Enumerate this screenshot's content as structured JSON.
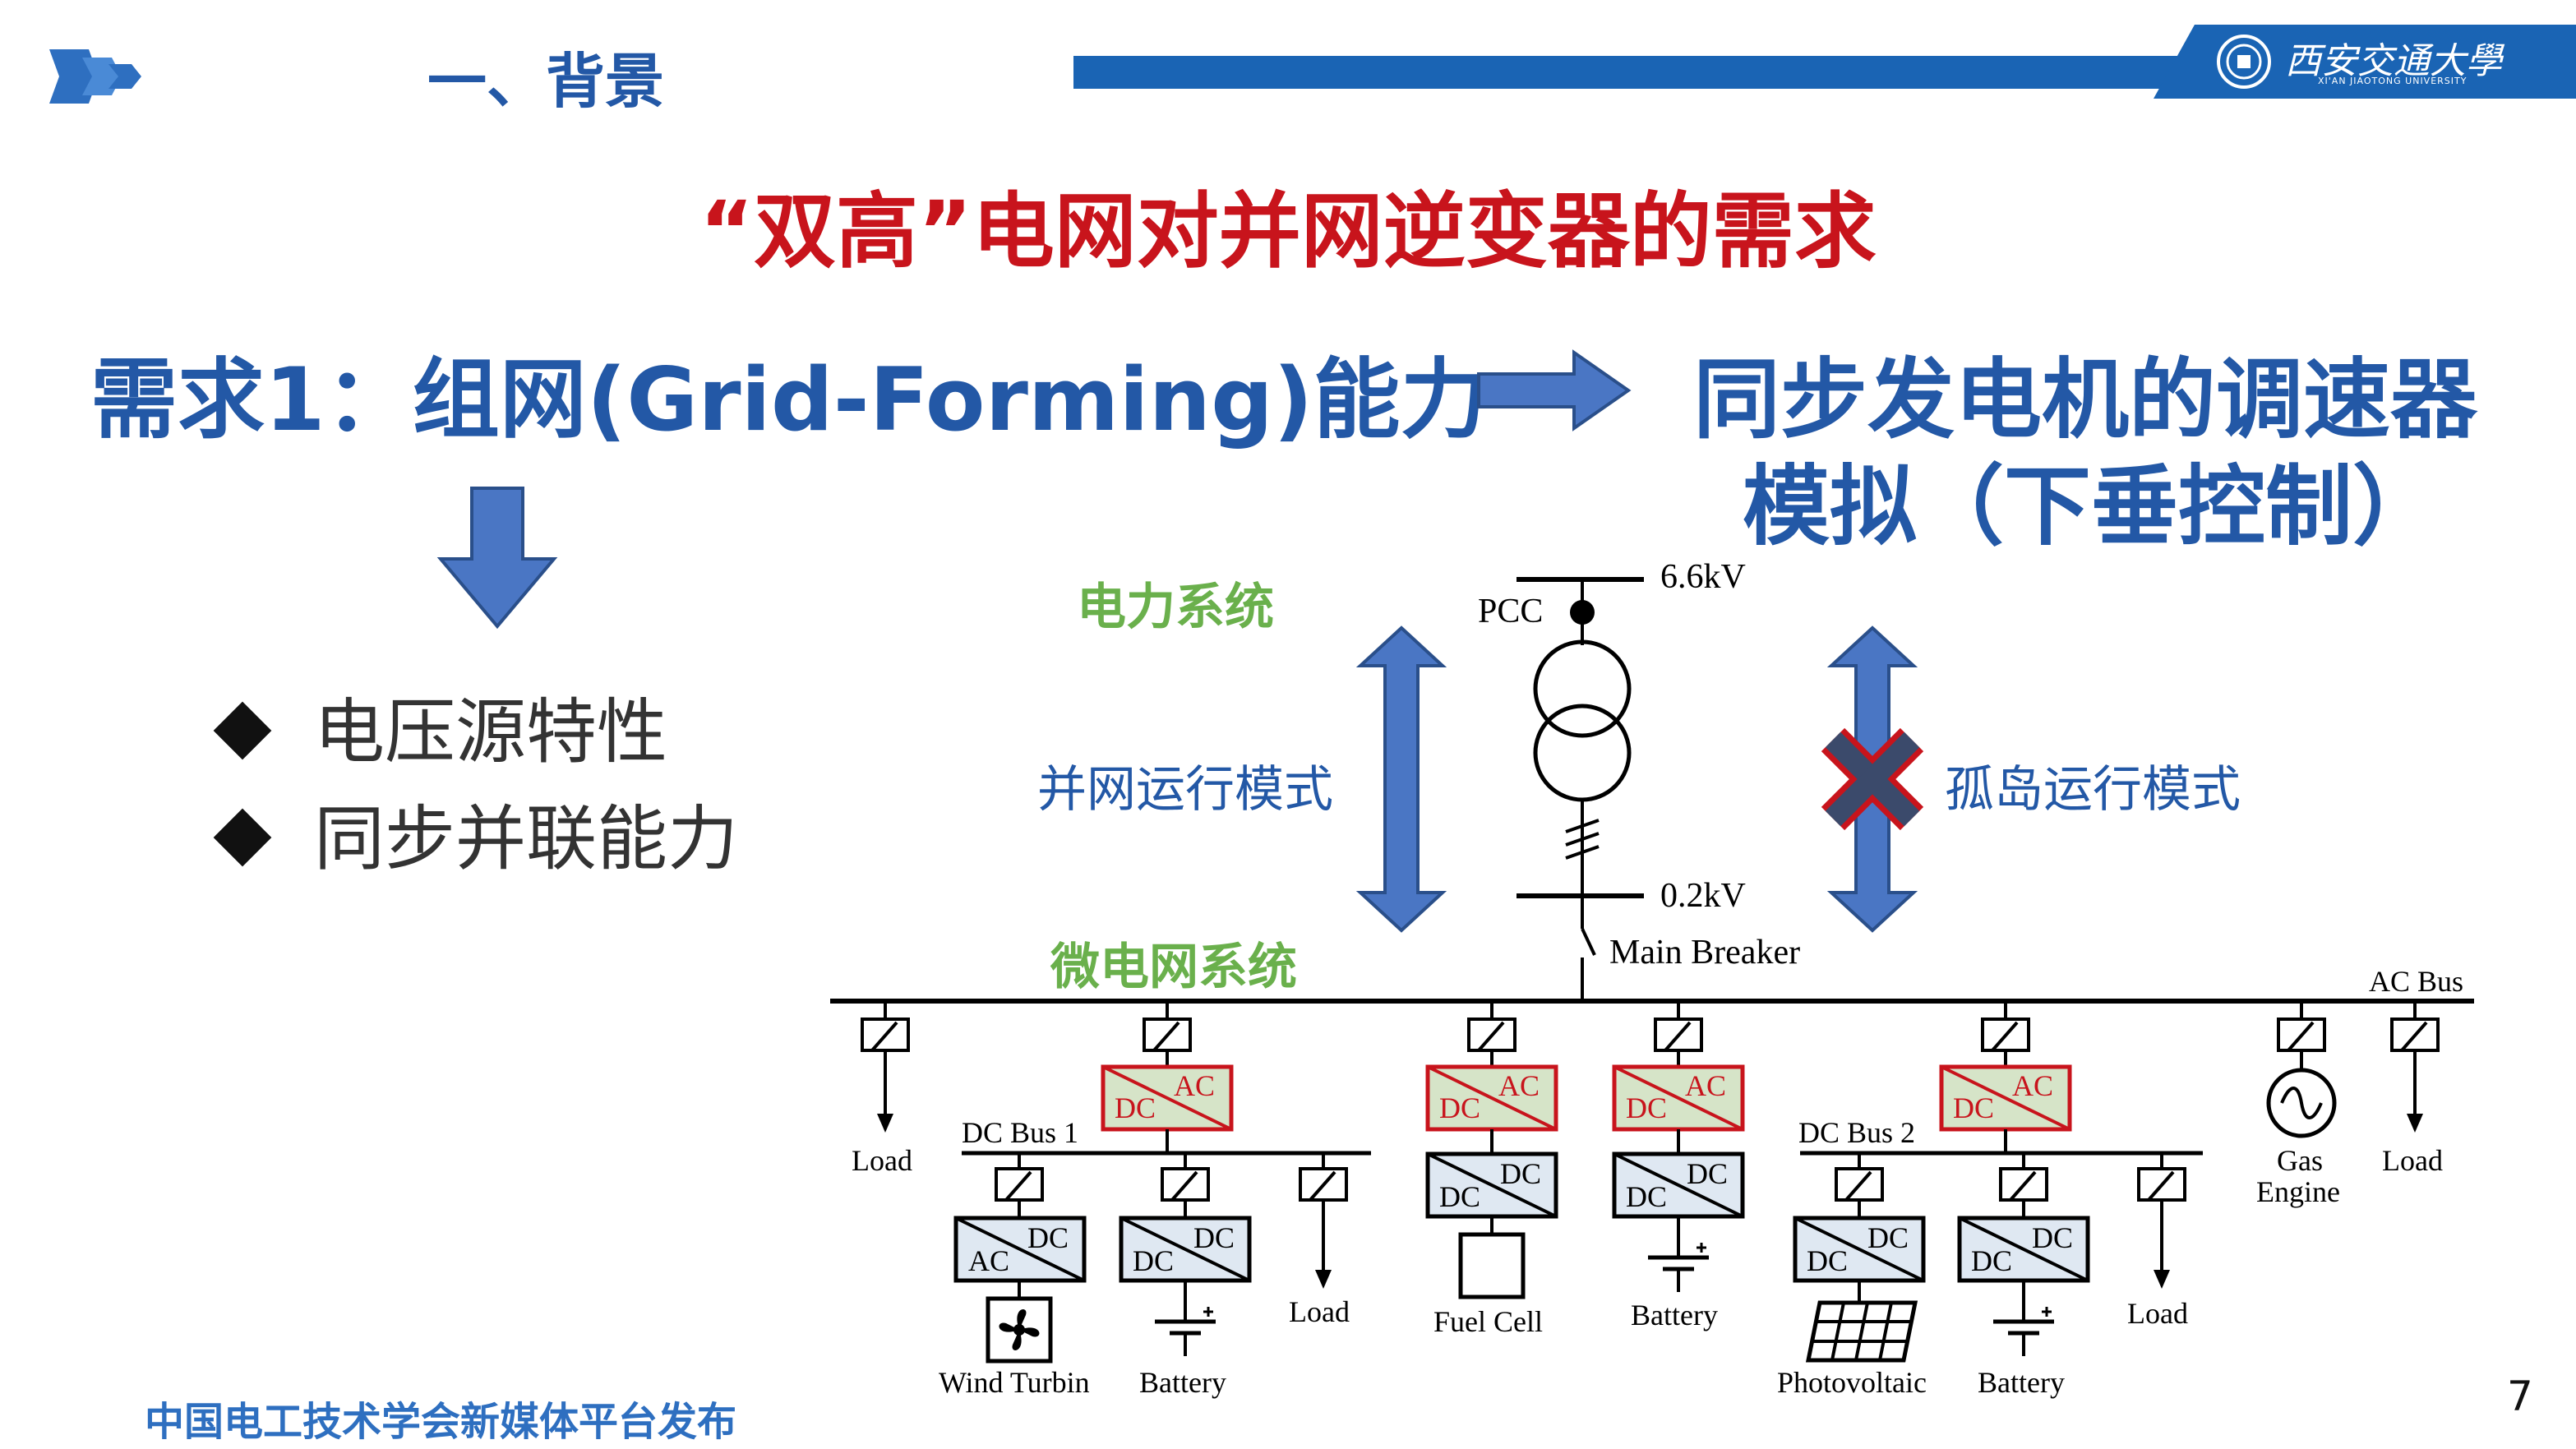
{
  "header": {
    "section_title": "一、背景",
    "university_cn": "西安交通大學",
    "university_en": "XI'AN JIAOTONG UNIVERSITY"
  },
  "title": "“双高”电网对并网逆变器的需求",
  "requirement": {
    "label": "需求1：组网(Grid-Forming)能力",
    "result_line1": "同步发电机的调速器",
    "result_line2": "模拟（下垂控制）"
  },
  "bullets": [
    "电压源特性",
    "同步并联能力"
  ],
  "diagram": {
    "power_system_label": "电力系统",
    "microgrid_label": "微电网系统",
    "grid_mode_label": "并网运行模式",
    "island_mode_label": "孤岛运行模式",
    "pcc": "PCC",
    "v_high": "6.6kV",
    "v_low": "0.2kV",
    "main_breaker": "Main Breaker",
    "ac_bus": "AC Bus",
    "dc_bus1": "DC Bus 1",
    "dc_bus2": "DC Bus 2",
    "load": "Load",
    "ac": "AC",
    "dc": "DC",
    "wind": "Wind Turbin",
    "battery": "Battery",
    "fuel_cell": "Fuel Cell",
    "pv": "Photovoltaic",
    "gas_engine_1": "Gas",
    "gas_engine_2": "Engine"
  },
  "footer": "中国电工技术学会新媒体平台发布",
  "page_number": "7",
  "colors": {
    "blue": "#2358a6",
    "red": "#c8141c",
    "green": "#6ab04c",
    "conv_red_fill": "#d6e4c8",
    "conv_fill": "#dfe8f2"
  }
}
